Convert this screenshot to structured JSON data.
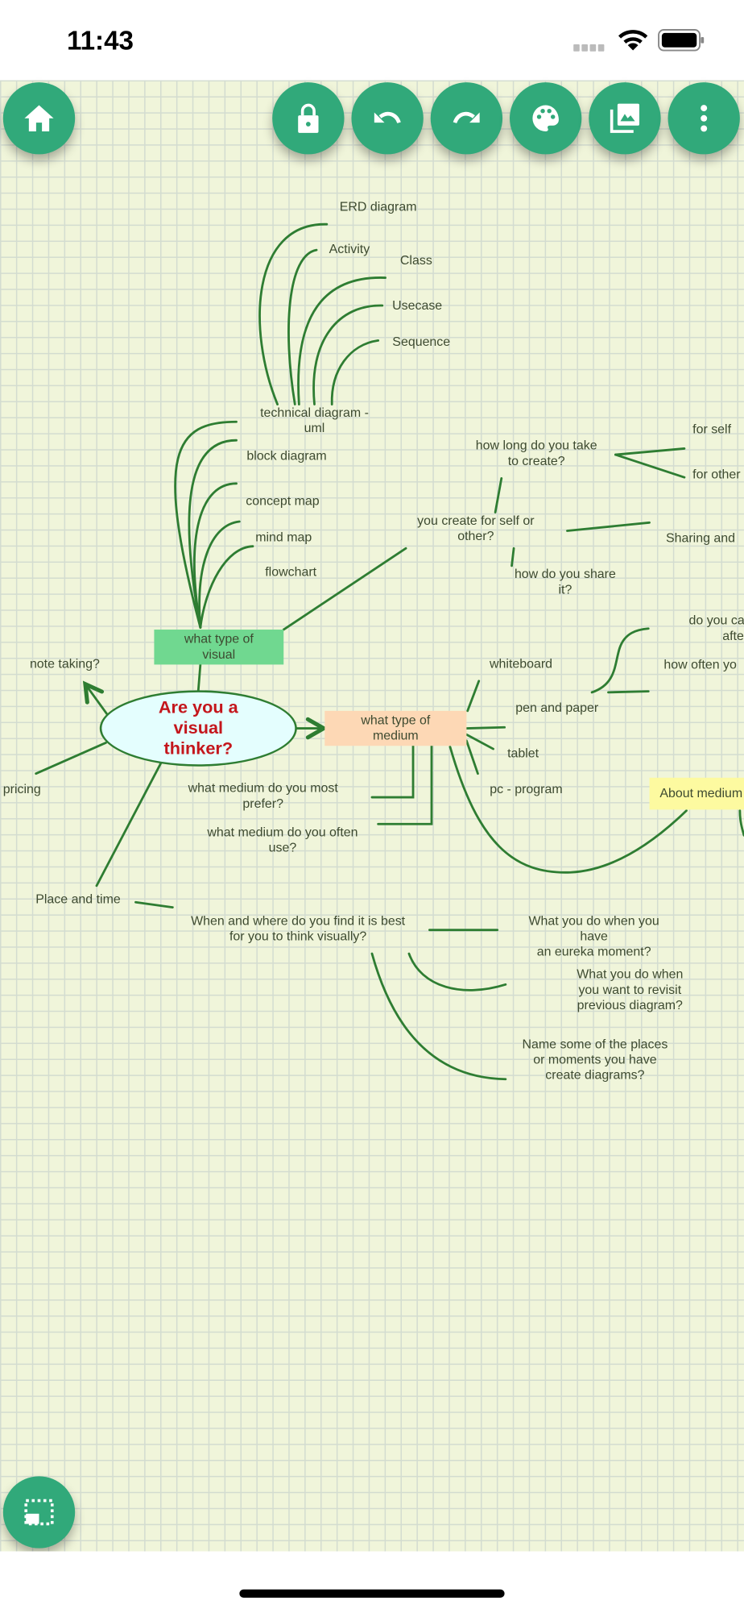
{
  "status_bar": {
    "time": "11:43"
  },
  "toolbar": {
    "buttons": [
      "home",
      "lock",
      "undo",
      "redo",
      "palette",
      "gallery",
      "more"
    ]
  },
  "colors": {
    "accent": "#31a97a",
    "line": "#2e7d32",
    "canvas": "#f0f5da",
    "central_text": "#c4161c"
  },
  "mindmap": {
    "central": "Are you a\nvisual\nthinker?",
    "visual_box": "what type of\nvisual",
    "medium_box": "what type of\nmedium",
    "about_medium": "About medium",
    "uml": [
      "ERD diagram",
      "Activity",
      "Class",
      "Usecase",
      "Sequence"
    ],
    "technical": "technical diagram -\numl",
    "visual_types": [
      "block diagram",
      "concept map",
      "mind map",
      "flowchart"
    ],
    "how_long": "how long do you take\nto create?",
    "for_self": "for self",
    "for_other": "for other",
    "self_or_other": "you create for self or\nother?",
    "sharing": "Sharing and",
    "how_share": "how do you share\nit?",
    "capture": "do you capt\nafter?",
    "how_often": "how often yo",
    "note_taking": "note taking?",
    "pricing": "t pricing",
    "media": [
      "whiteboard",
      "pen and paper",
      "tablet",
      "pc - program"
    ],
    "most_prefer": "what medium do you most\nprefer?",
    "often_use": "what medium do you often\nuse?",
    "place_time": "Place and time",
    "when_where": "When and where do you find it is best\nfor you to think visually?",
    "eureka": "What you do when you have\nan eureka moment?",
    "revisit": "What you do when you want to revisit\nprevious diagram?",
    "places": "Name some of the places\nor moments you have\ncreate diagrams?"
  }
}
